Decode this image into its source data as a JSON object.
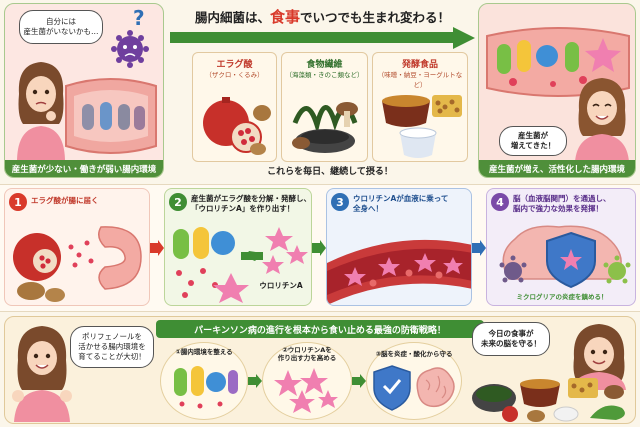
{
  "header": {
    "title_prefix": "腸内細菌は、",
    "title_accent": "食事",
    "title_suffix": "でいつでも生まれ変わる！"
  },
  "top_left": {
    "thought": "自分には\n産生菌がいないかも…",
    "question": "?",
    "caption": "産生菌が少ない・働きが弱い腸内環境"
  },
  "foods": [
    {
      "name": "エラグ酸",
      "detail": "（ザクロ・くるみ）"
    },
    {
      "name": "食物繊維",
      "detail": "（海藻類・きのこ類など）"
    },
    {
      "name": "発酵食品",
      "detail": "（味噌・納豆・ヨーグルトなど）"
    }
  ],
  "top_middle": {
    "continue_text": "これらを毎日、継続して摂る！"
  },
  "top_right": {
    "speech": "産生菌が\n増えてきた！",
    "caption": "産生菌が増え、活性化した腸内環境"
  },
  "steps": [
    {
      "number": "1",
      "text": "エラグ酸が腸に届く"
    },
    {
      "number": "2",
      "text": "産生菌がエラグ酸を分解・発酵し、\n「ウロリチンA」を作り出す！",
      "label": "ウロリチンA"
    },
    {
      "number": "3",
      "text": "ウロリチンAが血液に乗って\n全身へ！"
    },
    {
      "number": "4",
      "text": "脳（血液脳関門）を通過し、\n脳内で強力な効果を発揮！",
      "label": "ミクログリアの炎症を鎮める！"
    }
  ],
  "bottom": {
    "banner": "パーキンソン病の進行を根本から食い止める最強の防衛戦略！",
    "left_speech": "ポリフェノールを\n活かせる腸内環境を\n育てることが大切！",
    "strategies": [
      "①腸内環境を整える",
      "②ウロリチンAを\n作り出す力を高める",
      "③脳を炎症・酸化から守る"
    ],
    "right_speech": "今日の食事が\n未来の脳を守る！"
  },
  "colors": {
    "green": "#3f8e34",
    "red": "#d93a2b",
    "blue": "#2f6fb5",
    "purple": "#7a4aa8",
    "pink_gut": "#f0a7a0",
    "caption_green": "#4f8f3a"
  }
}
